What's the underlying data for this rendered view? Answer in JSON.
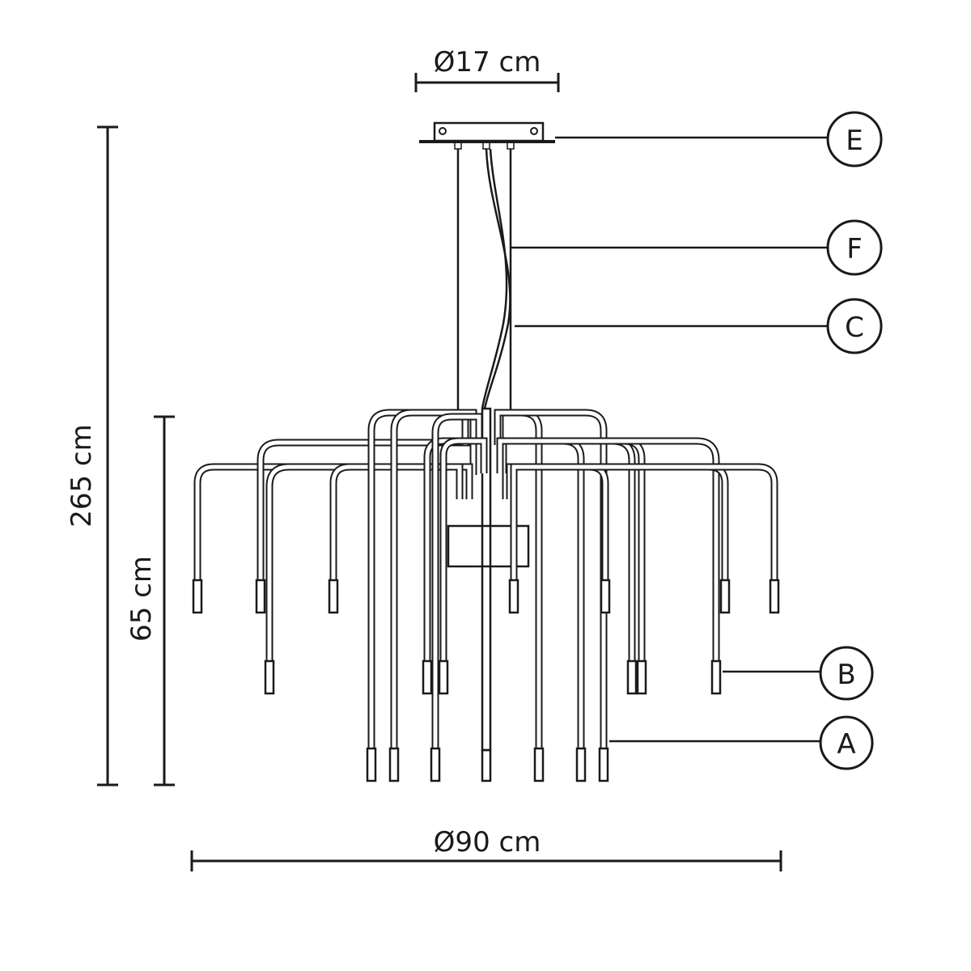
{
  "dimensions": {
    "canopy_diameter": "Ø17 cm",
    "total_height": "265 cm",
    "body_height": "65 cm",
    "overall_diameter": "Ø90 cm"
  },
  "callouts": {
    "E": "E",
    "F": "F",
    "C": "C",
    "B": "B",
    "A": "A"
  },
  "colors": {
    "line": "#1a1a1a",
    "background": "#ffffff"
  }
}
